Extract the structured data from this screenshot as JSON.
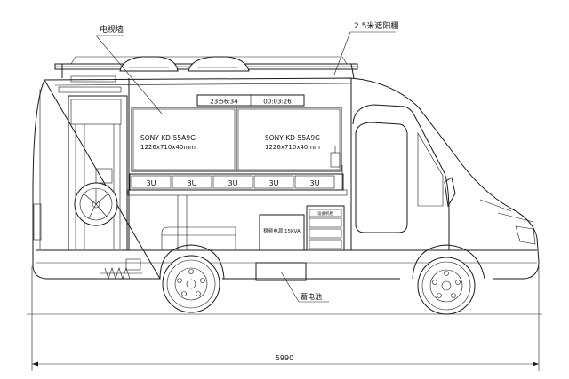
{
  "labels": {
    "tv_wall": "电视墙",
    "awning": "2.5米遮阳棚",
    "battery": "蓄电池",
    "ups": "稳频电源 15KVA",
    "equipment": "设备机柜"
  },
  "tvs": [
    {
      "model": "SONY KD-55A9G",
      "size": "1226x710x40mm"
    },
    {
      "model": "SONY KD-55A9G",
      "size": "1226x710x40mm"
    }
  ],
  "monitors": [
    "3U",
    "3U",
    "3U",
    "3U",
    "3U"
  ],
  "display_readouts": [
    "23:56:34",
    "00:03:26"
  ],
  "dimension": "5990"
}
